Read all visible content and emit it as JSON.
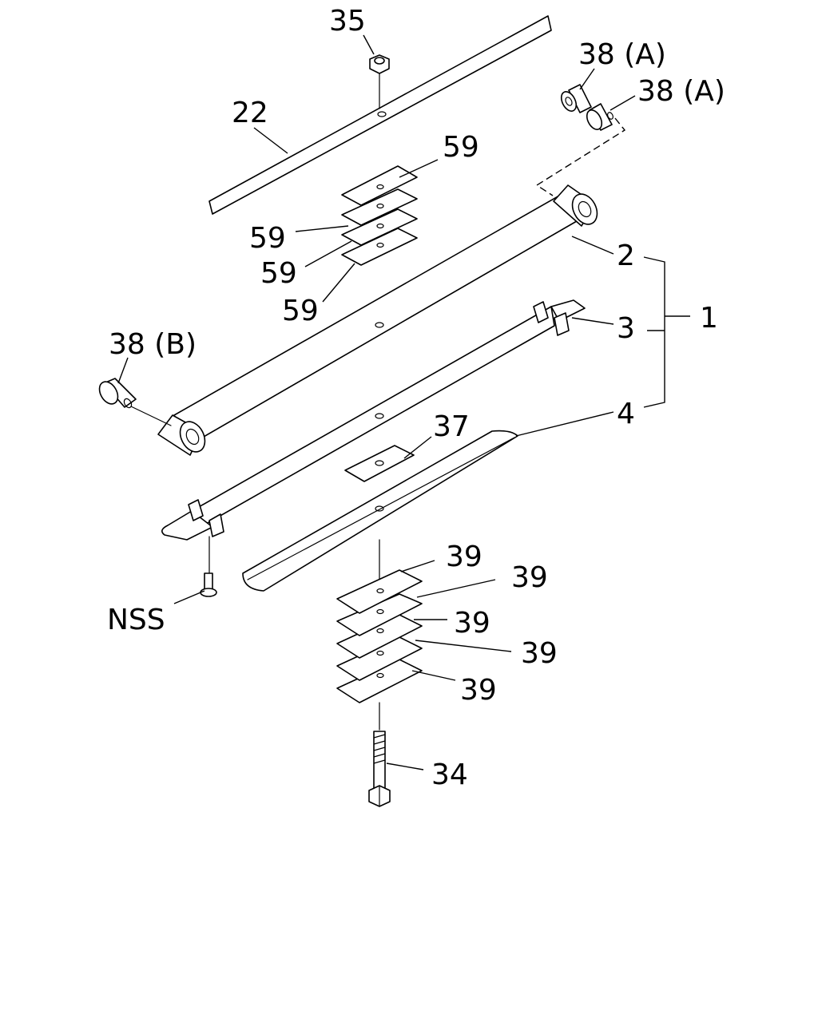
{
  "callouts": {
    "c35": "35",
    "c22": "22",
    "c59a": "59",
    "c59b": "59",
    "c59c": "59",
    "c59d": "59",
    "c38a1": "38 (A)",
    "c38a2": "38 (A)",
    "c38b": "38 (B)",
    "c2": "2",
    "c3": "3",
    "c4": "4",
    "c1": "1",
    "c37": "37",
    "c39a": "39",
    "c39b": "39",
    "c39c": "39",
    "c39d": "39",
    "c39e": "39",
    "cnss": "NSS",
    "c34": "34"
  }
}
